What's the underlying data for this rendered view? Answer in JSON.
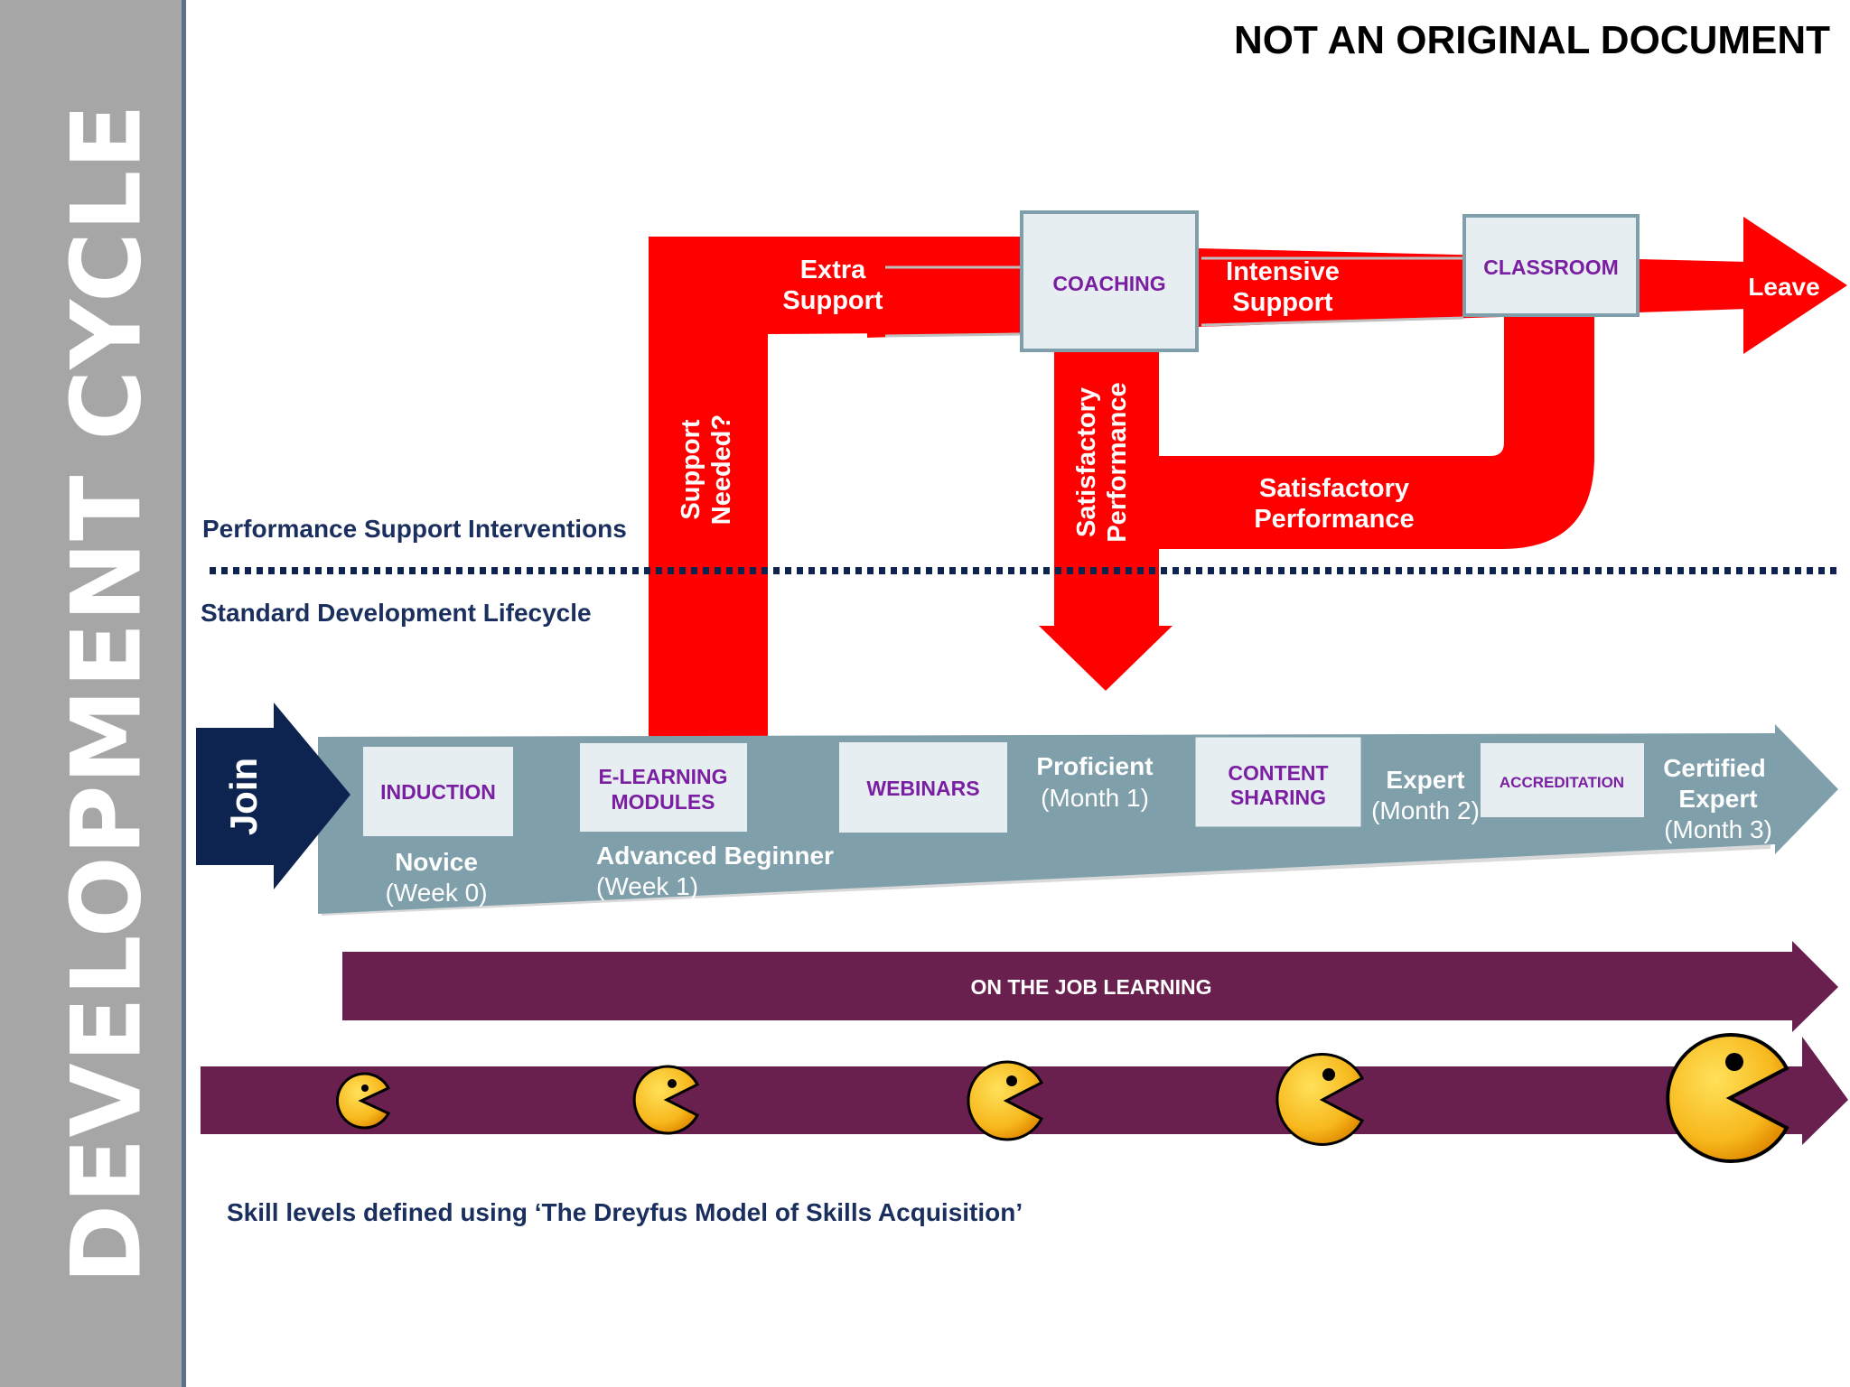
{
  "sidebar": {
    "title": "DEVELOPMENT CYCLE"
  },
  "watermark": "NOT AN ORIGINAL DOCUMENT",
  "sections": {
    "upper": "Performance Support Interventions",
    "lower": "Standard Development Lifecycle"
  },
  "footer_note": "Skill levels defined using ‘The Dreyfus Model of Skills Acquisition’",
  "join": "Join",
  "red_flow": {
    "support_needed_line1": "Support",
    "support_needed_line2": "Needed?",
    "extra_support_line1": "Extra",
    "extra_support_line2": "Support",
    "intensive_support_line1": "Intensive",
    "intensive_support_line2": "Support",
    "leave": "Leave",
    "satisfactory_vertical_line1": "Satisfactory",
    "satisfactory_vertical_line2": "Performance",
    "satisfactory_loop_line1": "Satisfactory",
    "satisfactory_loop_line2": "Performance"
  },
  "interventions": {
    "coaching": "COACHING",
    "classroom": "CLASSROOM"
  },
  "lifecycle_boxes": {
    "induction": "INDUCTION",
    "elearning_line1": "E-LEARNING",
    "elearning_line2": "MODULES",
    "webinars": "WEBINARS",
    "content_sharing_line1": "CONTENT",
    "content_sharing_line2": "SHARING",
    "accreditation": "ACCREDITATION"
  },
  "stages": {
    "novice": "Novice",
    "novice_time": "(Week 0)",
    "advanced_beginner": "Advanced Beginner",
    "advanced_beginner_time": "(Week 1)",
    "proficient": "Proficient",
    "proficient_time": "(Month 1)",
    "expert": "Expert",
    "expert_time": "(Month 2)",
    "certified_line1": "Certified",
    "certified_line2": "Expert",
    "certified_time": "(Month 3)"
  },
  "on_the_job": "ON THE JOB LEARNING",
  "colors": {
    "red": "#ff0000",
    "navy": "#0d2350",
    "slate": "#7f9faa",
    "plum": "#69204e",
    "box_fill": "#e6eef1",
    "box_text": "#7a1fa2",
    "pacman": "#f7b81d"
  }
}
